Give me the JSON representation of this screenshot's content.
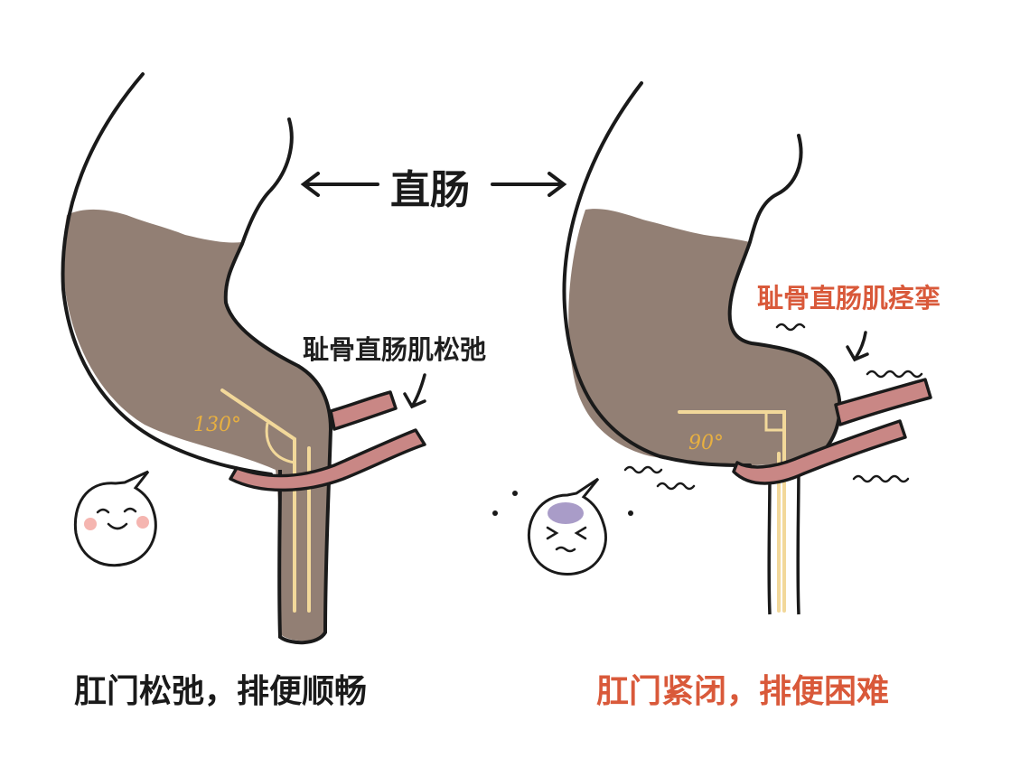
{
  "title": "直肠",
  "left_panel": {
    "muscle_label": "耻骨直肠肌松弛",
    "angle_label": "130°",
    "caption": "肛门松弛，排便顺畅",
    "face": "happy-face-icon"
  },
  "right_panel": {
    "muscle_label": "耻骨直肠肌痉挛",
    "angle_label": "90°",
    "caption": "肛门紧闭，排便困难",
    "face": "strained-face-icon"
  },
  "colors": {
    "stool": "#927f74",
    "muscle": "#c98785",
    "angle_line": "#f2d89a",
    "highlight_text": "#d9593a",
    "outline": "#1a1a1a"
  }
}
